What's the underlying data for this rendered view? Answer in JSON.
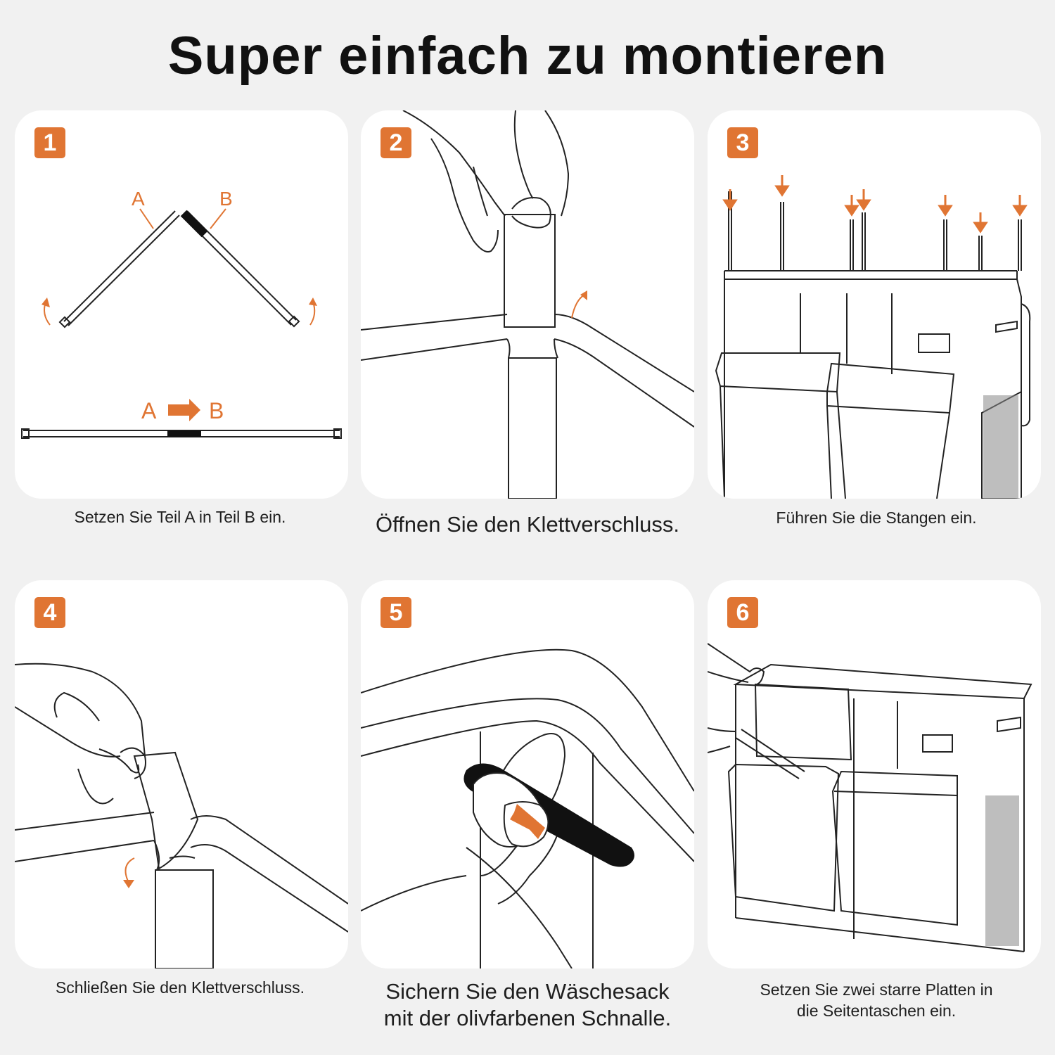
{
  "title": "Super einfach zu montieren",
  "colors": {
    "accent": "#e07533",
    "line": "#1a1a1a",
    "background": "#f1f1f1",
    "panel": "#ffffff"
  },
  "steps": [
    {
      "number": "1",
      "caption": "Setzen Sie Teil A in Teil B ein.",
      "labels": {
        "a": "A",
        "b": "B",
        "a2": "A",
        "b2": "B"
      }
    },
    {
      "number": "2",
      "caption": "Öffnen Sie den Klettverschluss."
    },
    {
      "number": "3",
      "caption": "Führen Sie die Stangen ein."
    },
    {
      "number": "4",
      "caption": "Schließen Sie den Klettverschluss."
    },
    {
      "number": "5",
      "caption_line1": "Sichern Sie den Wäschesack",
      "caption_line2": "mit der olivfarbenen Schnalle."
    },
    {
      "number": "6",
      "caption_line1": "Setzen Sie zwei starre Platten in",
      "caption_line2": "die Seitentaschen ein."
    }
  ]
}
